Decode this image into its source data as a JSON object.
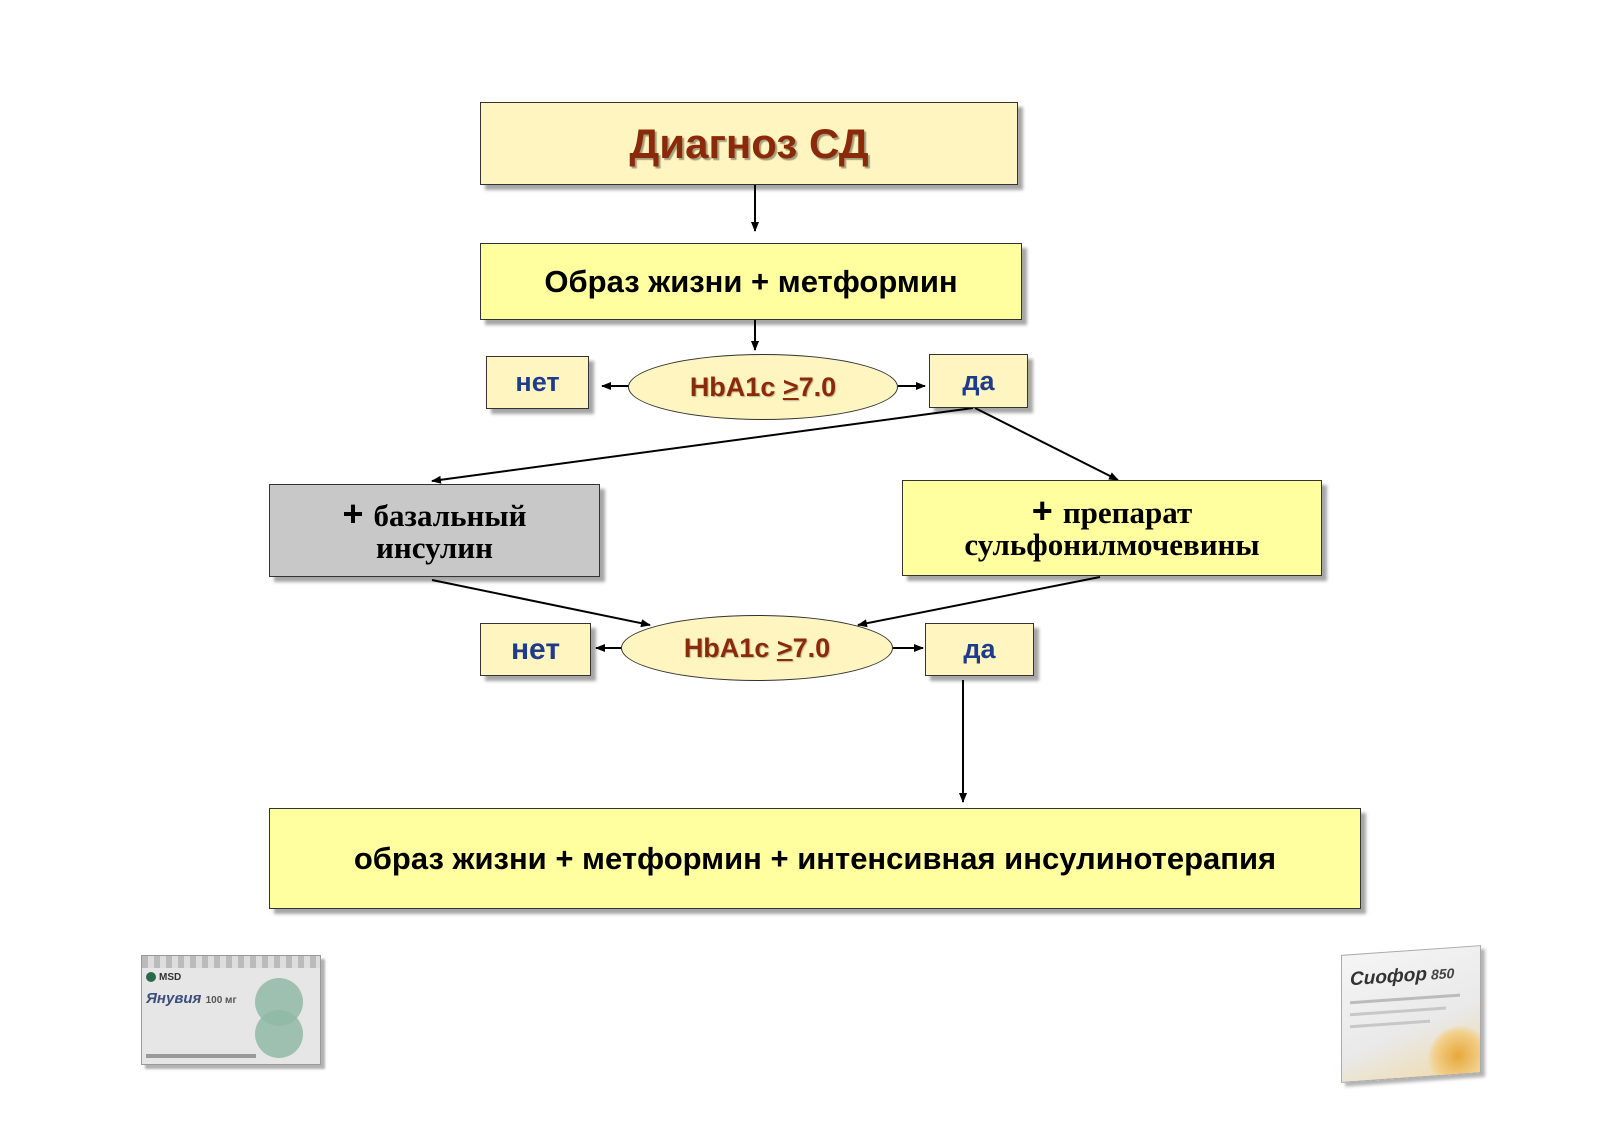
{
  "title": "Диагноз СД",
  "step1": "Образ жизни + метформин",
  "condition1": {
    "prefix": "HbA1c ",
    "sign": ">",
    "value": "7.0"
  },
  "no1": "нет",
  "yes1": "да",
  "insulin_box": {
    "plus": "+",
    "line1": "базальный",
    "line2": "инсулин"
  },
  "sulfonyl_box": {
    "plus": "+",
    "line1": "препарат",
    "line2": "сульфонилмочевины"
  },
  "condition2": {
    "prefix": "HbA1c ",
    "sign": ">",
    "value": "7.0"
  },
  "no2": "нет",
  "yes2": "да",
  "final": "образ жизни + метформин + интенсивная инсулинотерапия",
  "pack_left": {
    "brand": "MSD",
    "name": "Янувия",
    "dose": "100 мг"
  },
  "pack_right": {
    "name": "Сиофор",
    "dose": "850"
  },
  "colors": {
    "yellow": "#ffffa0",
    "cream": "#fff5c0",
    "gray": "#c8c8c8",
    "title_text": "#8b2a0a",
    "yesno_text": "#1f3b8c"
  }
}
